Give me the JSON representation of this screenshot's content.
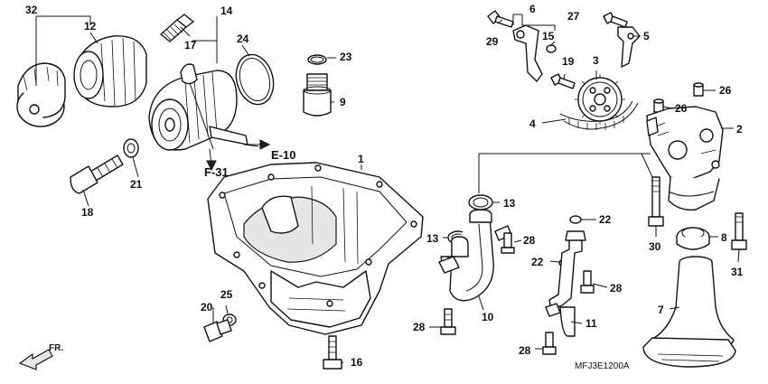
{
  "callouts": {
    "c1": "1",
    "c2": "2",
    "c3": "3",
    "c4": "4",
    "c5": "5",
    "c6": "6",
    "c7": "7",
    "c8": "8",
    "c9": "9",
    "c10": "10",
    "c11": "11",
    "c12": "12",
    "c13a": "13",
    "c13b": "13",
    "c14": "14",
    "c15": "15",
    "c16": "16",
    "c17": "17",
    "c18": "18",
    "c19": "19",
    "c20": "20",
    "c21": "21",
    "c22a": "22",
    "c22b": "22",
    "c23": "23",
    "c24": "24",
    "c25": "25",
    "c26a": "26",
    "c26b": "26",
    "c27": "27",
    "c28a": "28",
    "c28b": "28",
    "c28c": "28",
    "c28d": "28",
    "c29": "29",
    "c30": "30",
    "c31": "31",
    "c32": "32"
  },
  "references": {
    "e10": "E-10",
    "f31": "F-31"
  },
  "front_label": "FR.",
  "diagram_code": "MFJ3E1200A",
  "colors": {
    "line": "#111111",
    "background": "#ffffff",
    "shade": "#e6e6e6"
  },
  "icons": {
    "front_arrow": "front-arrow-icon"
  }
}
